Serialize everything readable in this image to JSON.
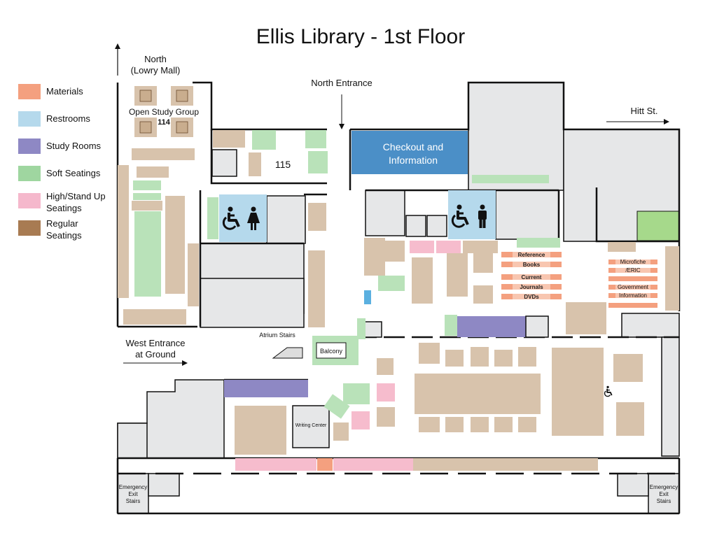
{
  "title": "Ellis Library - 1st Floor",
  "compass": {
    "north_label_1": "North",
    "north_label_2": "(Lowry Mall)"
  },
  "legend": [
    {
      "label": "Materials",
      "color": "#f4a07f"
    },
    {
      "label": "Restrooms",
      "color": "#b5d9ec"
    },
    {
      "label": "Study Rooms",
      "color": "#8e88c4"
    },
    {
      "label": "Soft Seatings",
      "color": "#9fd6a0"
    },
    {
      "label": "High/Stand Up",
      "label2": "Seatings",
      "color": "#f5b8cc"
    },
    {
      "label": "Regular",
      "label2": "Seatings",
      "color": "#a87b52"
    }
  ],
  "labels": {
    "north_entrance": "North Entrance",
    "hitt_st": "Hitt St.",
    "open_study_group": "Open Study Group",
    "room_114": "114",
    "room_115": "115",
    "checkout_1": "Checkout and",
    "checkout_2": "Information",
    "west_entrance_1": "West Entrance",
    "west_entrance_2": "at Ground",
    "atrium_stairs": "Atrium Stairs",
    "balcony": "Balcony",
    "writing_center": "Writing Center",
    "emergency_left": [
      "Emergency",
      "Exit",
      "Stairs"
    ],
    "emergency_right": [
      "Emergency",
      "Exit",
      "Stairs"
    ]
  },
  "shelves_left": [
    "Reference",
    "Books",
    "Current",
    "Journals",
    "DVDs"
  ],
  "shelves_right": [
    "Microfiche",
    "/ERIC",
    "",
    "Government",
    "Information",
    ""
  ]
}
